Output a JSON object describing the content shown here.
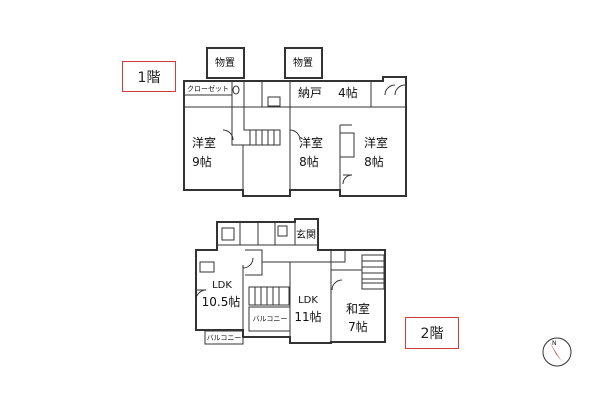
{
  "floors": {
    "first": {
      "tag": "1階",
      "rooms": {
        "storage_left": "物置",
        "storage_right": "物置",
        "closet": "クローゼット",
        "nando": "納戸",
        "nando_size": "4帖",
        "western_a_name": "洋室",
        "western_a_size": "9帖",
        "western_b_name": "洋室",
        "western_b_size": "8帖",
        "western_c_name": "洋室",
        "western_c_size": "8帖"
      }
    },
    "second": {
      "tag": "2階",
      "rooms": {
        "entrance": "玄関",
        "ldk_a_name": "LDK",
        "ldk_a_size": "10.5帖",
        "ldk_b_name": "LDK",
        "ldk_b_size": "11帖",
        "washitsu_name": "和室",
        "washitsu_size": "7帖",
        "balcony_a": "バルコニー",
        "balcony_b": "バルコニー"
      }
    }
  },
  "compass": {
    "label": "N",
    "color": "#d23b3b"
  }
}
